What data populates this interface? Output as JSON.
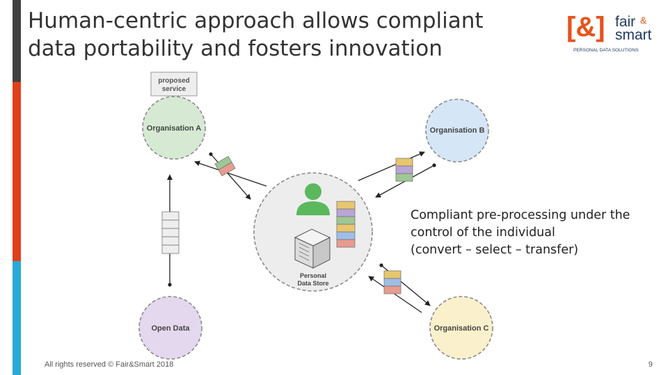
{
  "slide": {
    "title_line1": "Human-centric approach allows compliant",
    "title_line2": "data portability and fosters innovation",
    "footer": "All rights reserved © Fair&Smart 2018",
    "page_number": "9"
  },
  "logo": {
    "bracket_text": "[&]",
    "word1": "fair",
    "amp": "&",
    "word2": "smart",
    "tagline": "PERSONAL DATA SOLUTIONS",
    "color_orange": "#e8521c",
    "color_navy": "#1e3a5f"
  },
  "diagram": {
    "proposed_service_line1": "proposed",
    "proposed_service_line2": "service",
    "organisation_a": "Organisation A",
    "organisation_b": "Organisation B",
    "organisation_c": "Organisation C",
    "open_data": "Open Data",
    "pds_line1": "Personal",
    "pds_line2": "Data Store",
    "colors": {
      "org_a_fill": "#d6ead3",
      "org_b_fill": "#d5e6f7",
      "org_c_fill": "#fbf0cc",
      "open_data_fill": "#e4d8ee",
      "center_fill": "#ededed",
      "person": "#5cb85c"
    }
  },
  "callout": {
    "line1": "Compliant pre-processing under the",
    "line2": "control of the individual",
    "line3": "(convert – select – transfer)"
  }
}
